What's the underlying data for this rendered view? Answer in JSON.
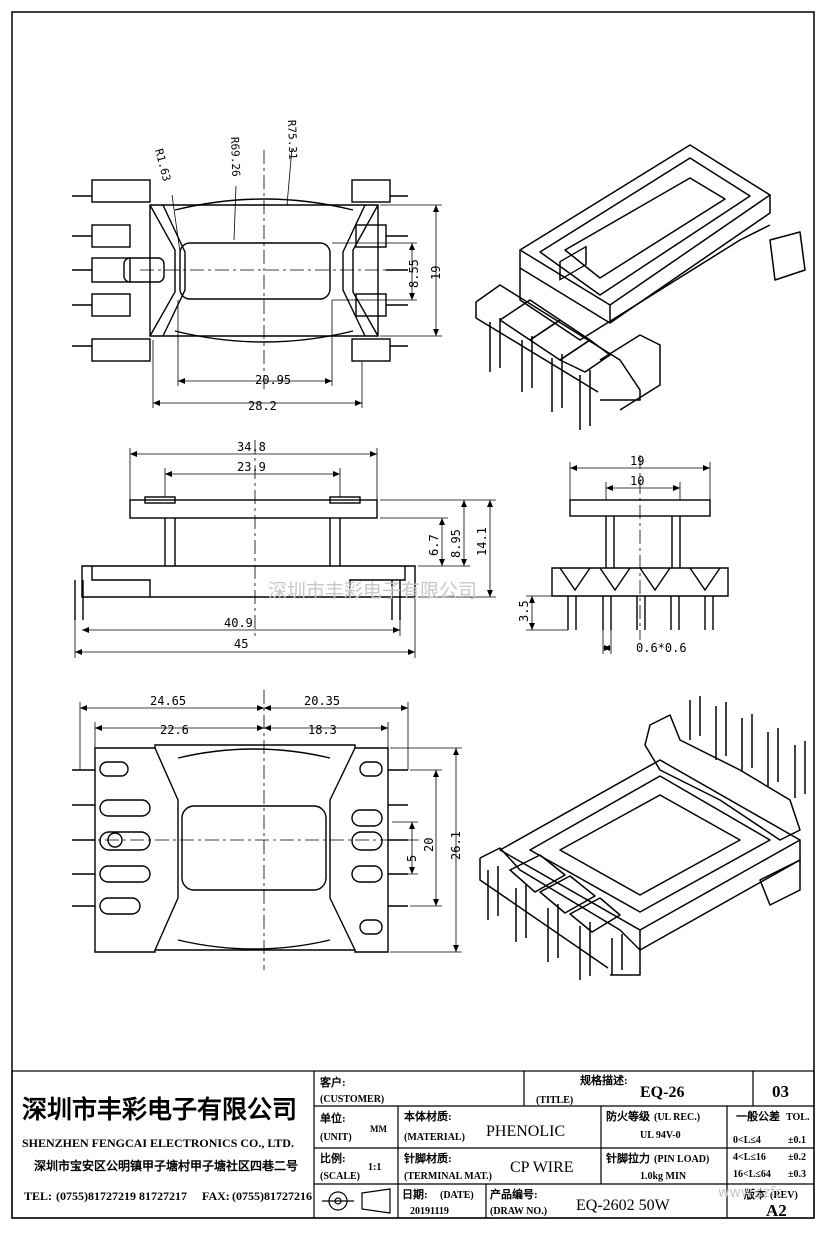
{
  "watermark": "深圳市丰彩电子有限公司",
  "url_watermark": "www.szfc",
  "views": {
    "top": {
      "dims": {
        "r1": "R1.63",
        "r2": "R69.26",
        "r3": "R75.31",
        "w_inner": "20.95",
        "w_outer": "28.2",
        "h_inner": "8.55",
        "h_outer": "19"
      }
    },
    "front": {
      "dims": {
        "top_outer": "34.8",
        "top_inner": "23.9",
        "h1": "6.7",
        "h2": "8.95",
        "h3": "14.1",
        "base_inner": "40.9",
        "base_outer": "45"
      }
    },
    "side": {
      "dims": {
        "w_outer": "19",
        "w_inner": "10",
        "pin_len": "3.5",
        "pin": "0.6*0.6"
      }
    },
    "bottom": {
      "dims": {
        "left_outer": "24.65",
        "right_outer": "20.35",
        "left_inner": "22.6",
        "right_inner": "18.3",
        "h_small": "5",
        "h_mid": "20",
        "h_outer": "26.1"
      }
    }
  },
  "title_block": {
    "company_cn": "深圳市丰彩电子有限公司",
    "company_en": "SHENZHEN FENGCAI ELECTRONICS CO., LTD.",
    "address": "深圳市宝安区公明镇甲子塘村甲子塘社区四巷二号",
    "tel_label": "TEL:",
    "tel": "(0755)81727219  81727217",
    "fax_label": "FAX:",
    "fax": "(0755)81727216",
    "customer_cn": "客户:",
    "customer_en": "(CUSTOMER)",
    "spec_cn": "规格描述:",
    "title_en": "(TITLE)",
    "title_value": "EQ-26",
    "sheet_no": "03",
    "unit_cn": "单位:",
    "unit_en": "(UNIT)",
    "unit_value": "MM",
    "material_cn": "本体材质:",
    "material_en": "(MATERIAL)",
    "material_value": "PHENOLIC",
    "flame_cn": "防火等级",
    "flame_en": "(UL REC.)",
    "flame_value": "UL 94V-0",
    "tol_cn": "一般公差",
    "tol_en": "TOL.",
    "tol_rows": [
      {
        "range": "0<L≤4",
        "value": "±0.1"
      },
      {
        "range": "4<L≤16",
        "value": "±0.2"
      },
      {
        "range": "16<L≤64",
        "value": "±0.3"
      }
    ],
    "scale_cn": "比例:",
    "scale_en": "(SCALE)",
    "scale_value": "1:1",
    "terminal_cn": "针脚材质:",
    "terminal_en": "(TERMINAL MAT.)",
    "terminal_value": "CP WIRE",
    "pinload_cn": "针脚拉力",
    "pinload_en": "(PIN LOAD)",
    "pinload_value": "1.0kg MIN",
    "date_cn": "日期:",
    "date_en": "(DATE)",
    "date_value": "20191119",
    "drawno_cn": "产品编号:",
    "drawno_en": "(DRAW NO.)",
    "drawno_value": "EQ-2602 50W",
    "rev_cn": "版本",
    "rev_en": "(REV)",
    "rev_value": "A2"
  }
}
